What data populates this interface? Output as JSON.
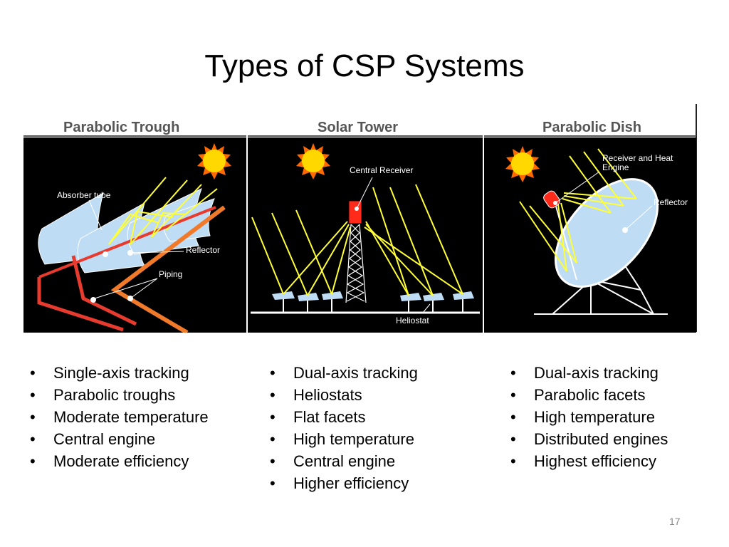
{
  "title": "Types of CSP Systems",
  "page_number": "17",
  "bullet_glyph": "•",
  "panels": [
    {
      "heading": "Parabolic Trough",
      "labels": {
        "absorber": "Absorber tube",
        "reflector": "Reflector",
        "piping": "Piping"
      },
      "bullets": [
        "Single-axis tracking",
        "Parabolic troughs",
        "Moderate temperature",
        "Central engine",
        "Moderate efficiency"
      ]
    },
    {
      "heading": "Solar Tower",
      "labels": {
        "receiver": "Central Receiver",
        "heliostat": "Heliostat"
      },
      "bullets": [
        "Dual-axis tracking",
        "Heliostats",
        "Flat facets",
        "High temperature",
        "Central engine",
        "Higher efficiency"
      ]
    },
    {
      "heading": "Parabolic Dish",
      "labels": {
        "receiver_line1": "Receiver and Heat",
        "receiver_line2": "Engine",
        "reflector": "Reflector"
      },
      "bullets": [
        "Dual-axis tracking",
        "Parabolic facets",
        "High temperature",
        "Distributed engines",
        "Highest efficiency"
      ]
    }
  ],
  "colors": {
    "panel_bg": "#000000",
    "ray": "#ffff33",
    "sun": "#ffd800",
    "sun_rays": "#ff6a00",
    "mirror": "#bfdcf5",
    "pipe": "#e63b2e",
    "pipe_return": "#f07a2a",
    "tower_receiver": "#ff2a1a"
  }
}
